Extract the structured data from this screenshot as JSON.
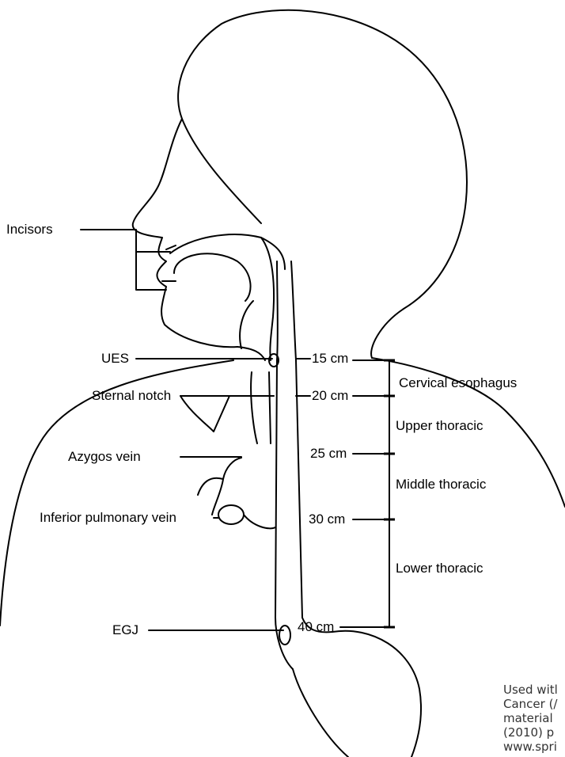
{
  "labels": {
    "left": {
      "incisors": "Incisors",
      "ues": "UES",
      "sternal_notch": "Sternal notch",
      "azygos_vein": "Azygos vein",
      "inferior_pulmonary_vein": "Inferior pulmonary vein",
      "egj": "EGJ"
    },
    "distances": {
      "d15": "15 cm",
      "d20": "20 cm",
      "d25": "25 cm",
      "d30": "30 cm",
      "d40": "40 cm"
    },
    "segments": {
      "cervical": "Cervical esophagus",
      "upper": "Upper thoracic",
      "middle": "Middle thoracic",
      "lower": "Lower thoracic"
    }
  },
  "credit": {
    "line1": "Used witl",
    "line2": "Cancer (/",
    "line3": "material",
    "line4": "(2010) p",
    "line5": "www.spri"
  }
}
